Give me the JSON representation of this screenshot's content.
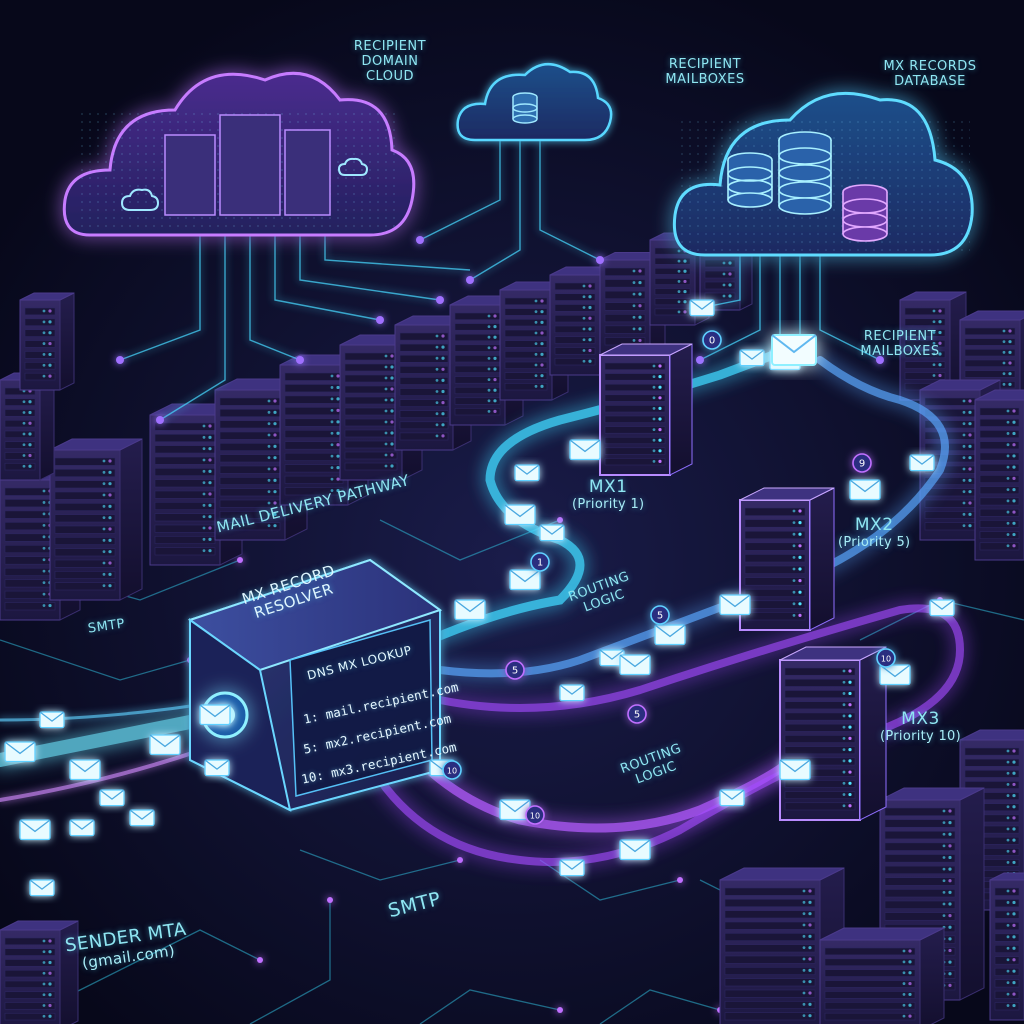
{
  "labels": {
    "recipient_domain_cloud": [
      "RECIPIENT",
      "DOMAIN",
      "CLOUD"
    ],
    "recipient_mailboxes_top": [
      "RECIPIENT",
      "MAILBOXES"
    ],
    "mx_records_database": [
      "MX RECORDS",
      "DATABASE"
    ],
    "recipient_mailboxes_right": [
      "RECIPIENT",
      "MAILBOXES"
    ],
    "mail_delivery_pathway": "MAIL DELIVERY PATHWAY",
    "smtp_left": "SMTP",
    "smtp_bottom": "SMTP",
    "sender_mta": "SENDER MTA",
    "sender_domain": "(gmail.com)",
    "routing_logic_upper": [
      "ROUTING",
      "LOGIC"
    ],
    "routing_logic_lower": [
      "ROUTING",
      "LOGIC"
    ]
  },
  "resolver": {
    "title": [
      "MX RECORD",
      "RESOLVER"
    ],
    "panel_title": "DNS MX LOOKUP",
    "records": [
      {
        "priority": "1:",
        "host": "mail.recipient.com"
      },
      {
        "priority": "5:",
        "host": "mx2.recipient.com"
      },
      {
        "priority": "10:",
        "host": "mx3.recipient.com"
      }
    ]
  },
  "mx_servers": [
    {
      "name": "MX1",
      "priority": "(Priority 1)"
    },
    {
      "name": "MX2",
      "priority": "(Priority 5)"
    },
    {
      "name": "MX3",
      "priority": "(Priority 10)"
    }
  ],
  "path_badges": [
    "1",
    "5",
    "5",
    "5",
    "10",
    "10",
    "10",
    "9",
    "0"
  ],
  "colors": {
    "background": "#0a0c22",
    "cyan_glow": "#4fe3ff",
    "purple_glow": "#b05cff",
    "server_body": "#2a2150"
  },
  "icons": [
    "cloud-icon",
    "server-rack-icon",
    "database-icon",
    "envelope-icon",
    "lock-icon"
  ]
}
